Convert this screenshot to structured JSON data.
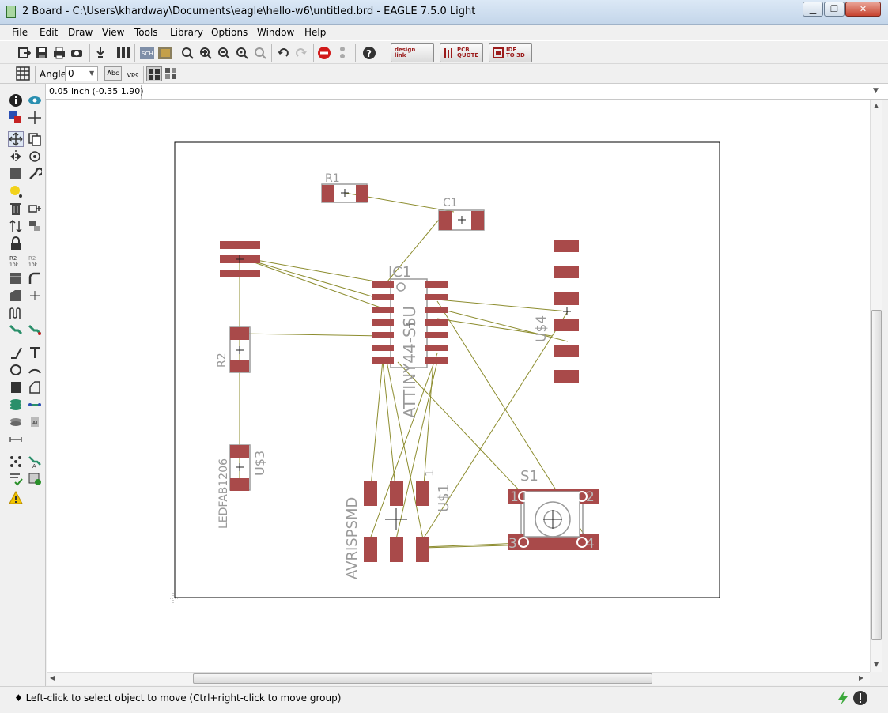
{
  "window": {
    "title": "2 Board - C:\\Users\\khardway\\Documents\\eagle\\hello-w6\\untitled.brd - EAGLE 7.5.0 Light",
    "minimize": "▁",
    "maximize": "❐",
    "close": "✕"
  },
  "menu": [
    "File",
    "Edit",
    "Draw",
    "View",
    "Tools",
    "Library",
    "Options",
    "Window",
    "Help"
  ],
  "toolbar": {
    "designlink": "design\nlink",
    "pcb_quote": "PCB\nQUOTE",
    "idf": "IDF\nTO 3D"
  },
  "params": {
    "angle_label": "Angle:",
    "angle_value": "0",
    "abc_label": "Abc",
    "abc_rot_label": "Abc"
  },
  "command": {
    "coord": "0.05 inch (-0.35 1.90)",
    "input_value": ""
  },
  "board": {
    "labels": {
      "R1": "R1",
      "C1": "C1",
      "IC1": "IC1",
      "IC1_value": "ATTINY44-SSU",
      "R2": "R2",
      "US4": "U$4",
      "US3": "U$3",
      "US3_value": "LEDFAB1206",
      "US1": "U$1",
      "US1_value": "AVRISPSMD",
      "US1_pin": "1",
      "S1": "S1",
      "S1_pin1": "1",
      "S1_pin2": "2",
      "S1_pin3": "3",
      "S1_pin4": "4"
    },
    "colors": {
      "pad": "#a94a4a",
      "airwire": "#8c8c2e",
      "outline": "#000000",
      "silk": "#9a9a9a"
    }
  },
  "status": {
    "text": "♦ Left-click to select object to move (Ctrl+right-click to move group)"
  }
}
